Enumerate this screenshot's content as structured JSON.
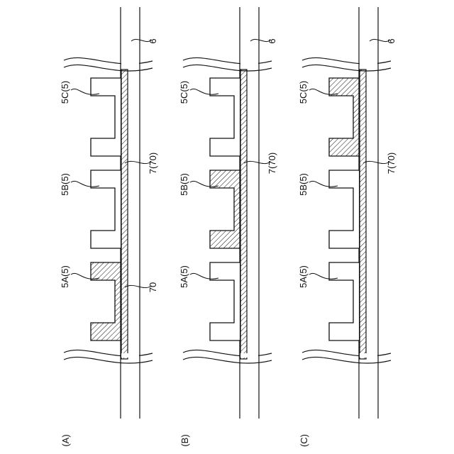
{
  "panels": [
    {
      "label": "(A)",
      "substrate_ref": "6",
      "layer_ref": "7(70)",
      "extra_ref": "70",
      "blocks": [
        {
          "label": "5A(5)",
          "hatched": true
        },
        {
          "label": "5B(5)",
          "hatched": false
        },
        {
          "label": "5C(5)",
          "hatched": false
        }
      ]
    },
    {
      "label": "(B)",
      "substrate_ref": "6",
      "layer_ref": "7(70)",
      "extra_ref": "",
      "blocks": [
        {
          "label": "5A(5)",
          "hatched": false
        },
        {
          "label": "5B(5)",
          "hatched": true
        },
        {
          "label": "5C(5)",
          "hatched": false
        }
      ]
    },
    {
      "label": "(C)",
      "substrate_ref": "6",
      "layer_ref": "7(70)",
      "extra_ref": "",
      "blocks": [
        {
          "label": "5A(5)",
          "hatched": false
        },
        {
          "label": "5B(5)",
          "hatched": false
        },
        {
          "label": "5C(5)",
          "hatched": true
        }
      ]
    }
  ],
  "colors": {
    "line": "#111111",
    "background": "#ffffff"
  }
}
